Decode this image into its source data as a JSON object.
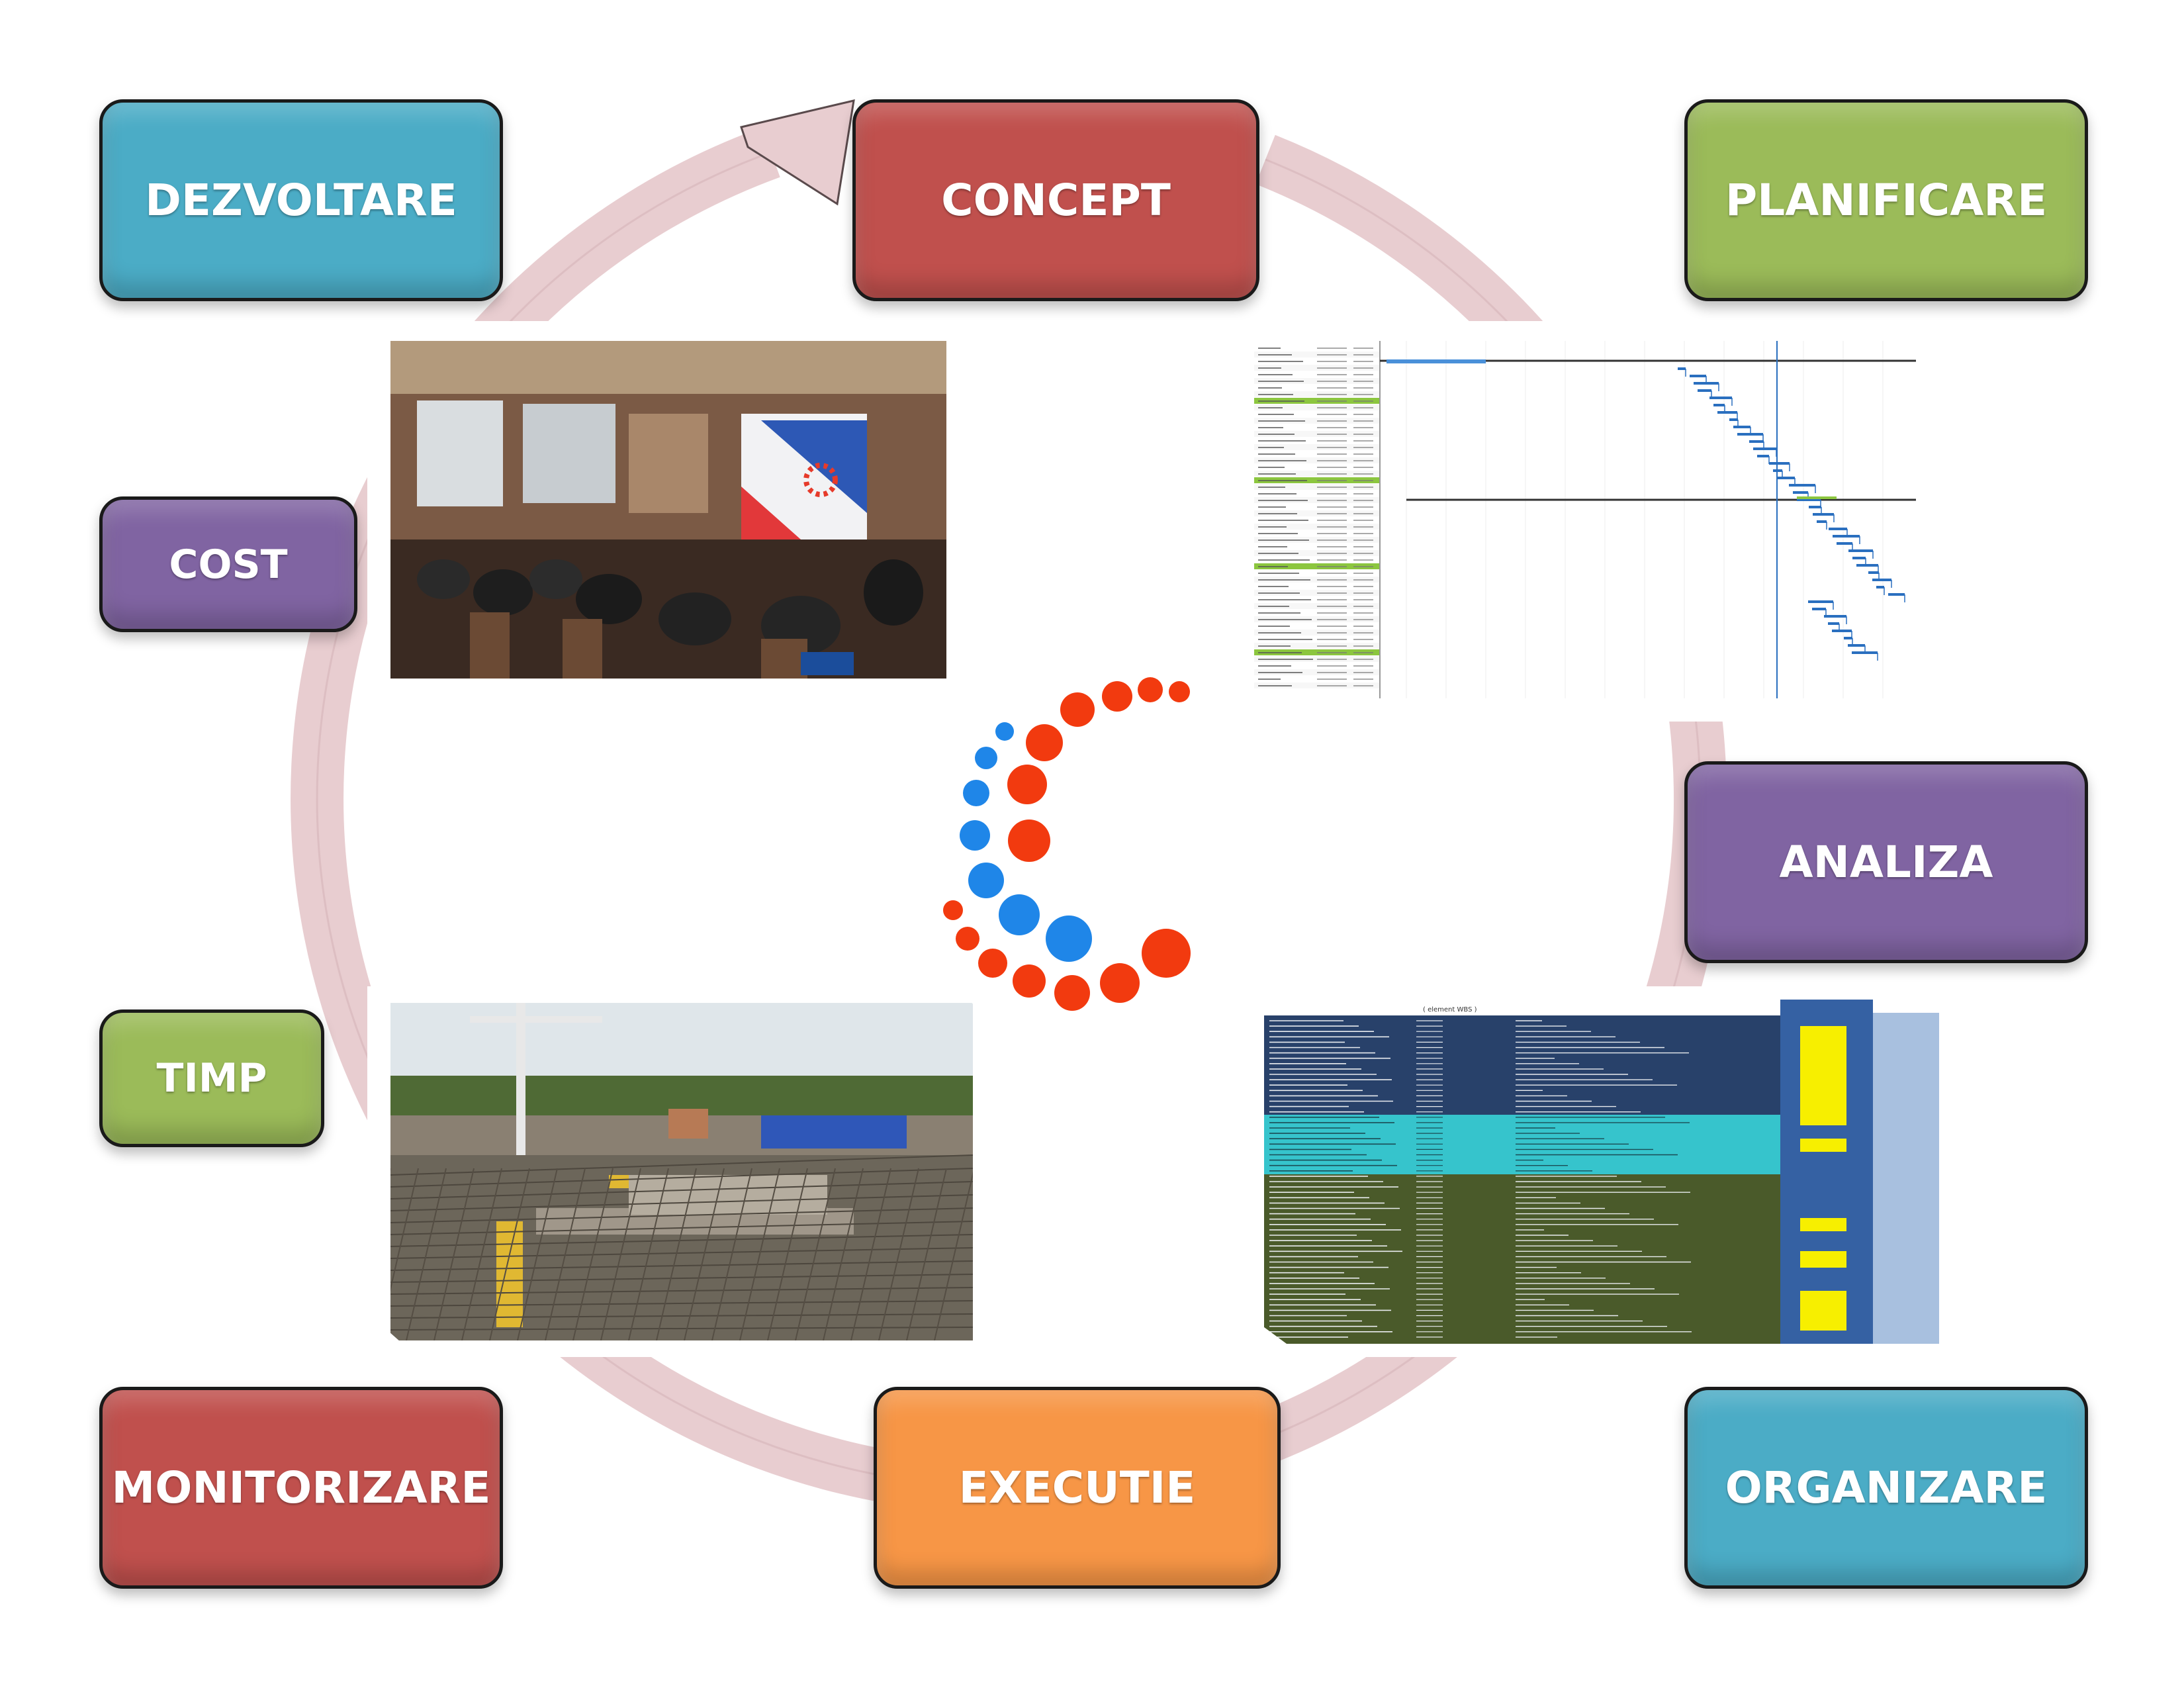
{
  "boxes": {
    "dezvoltare": "DEZVOLTARE",
    "concept": "CONCEPT",
    "planificare": "PLANIFICARE",
    "cost": "COST",
    "analiza": "ANALIZA",
    "timp": "TIMP",
    "monitorizare": "MONITORIZARE",
    "executie": "EXECUTIE",
    "organizare": "ORGANIZARE"
  },
  "colors": {
    "teal": "#4BACC6",
    "red": "#C0504D",
    "green": "#9BBB59",
    "purple": "#8064A2",
    "orange": "#F79646",
    "ring": "#E8CDD0",
    "logo_red": "#F23A0F",
    "logo_blue": "#1F86E8"
  },
  "icons": {
    "cycle": "circular-arrow",
    "logo": "dotted-c-logo"
  },
  "spreadsheet": {
    "header_center": "( element WBS )"
  }
}
